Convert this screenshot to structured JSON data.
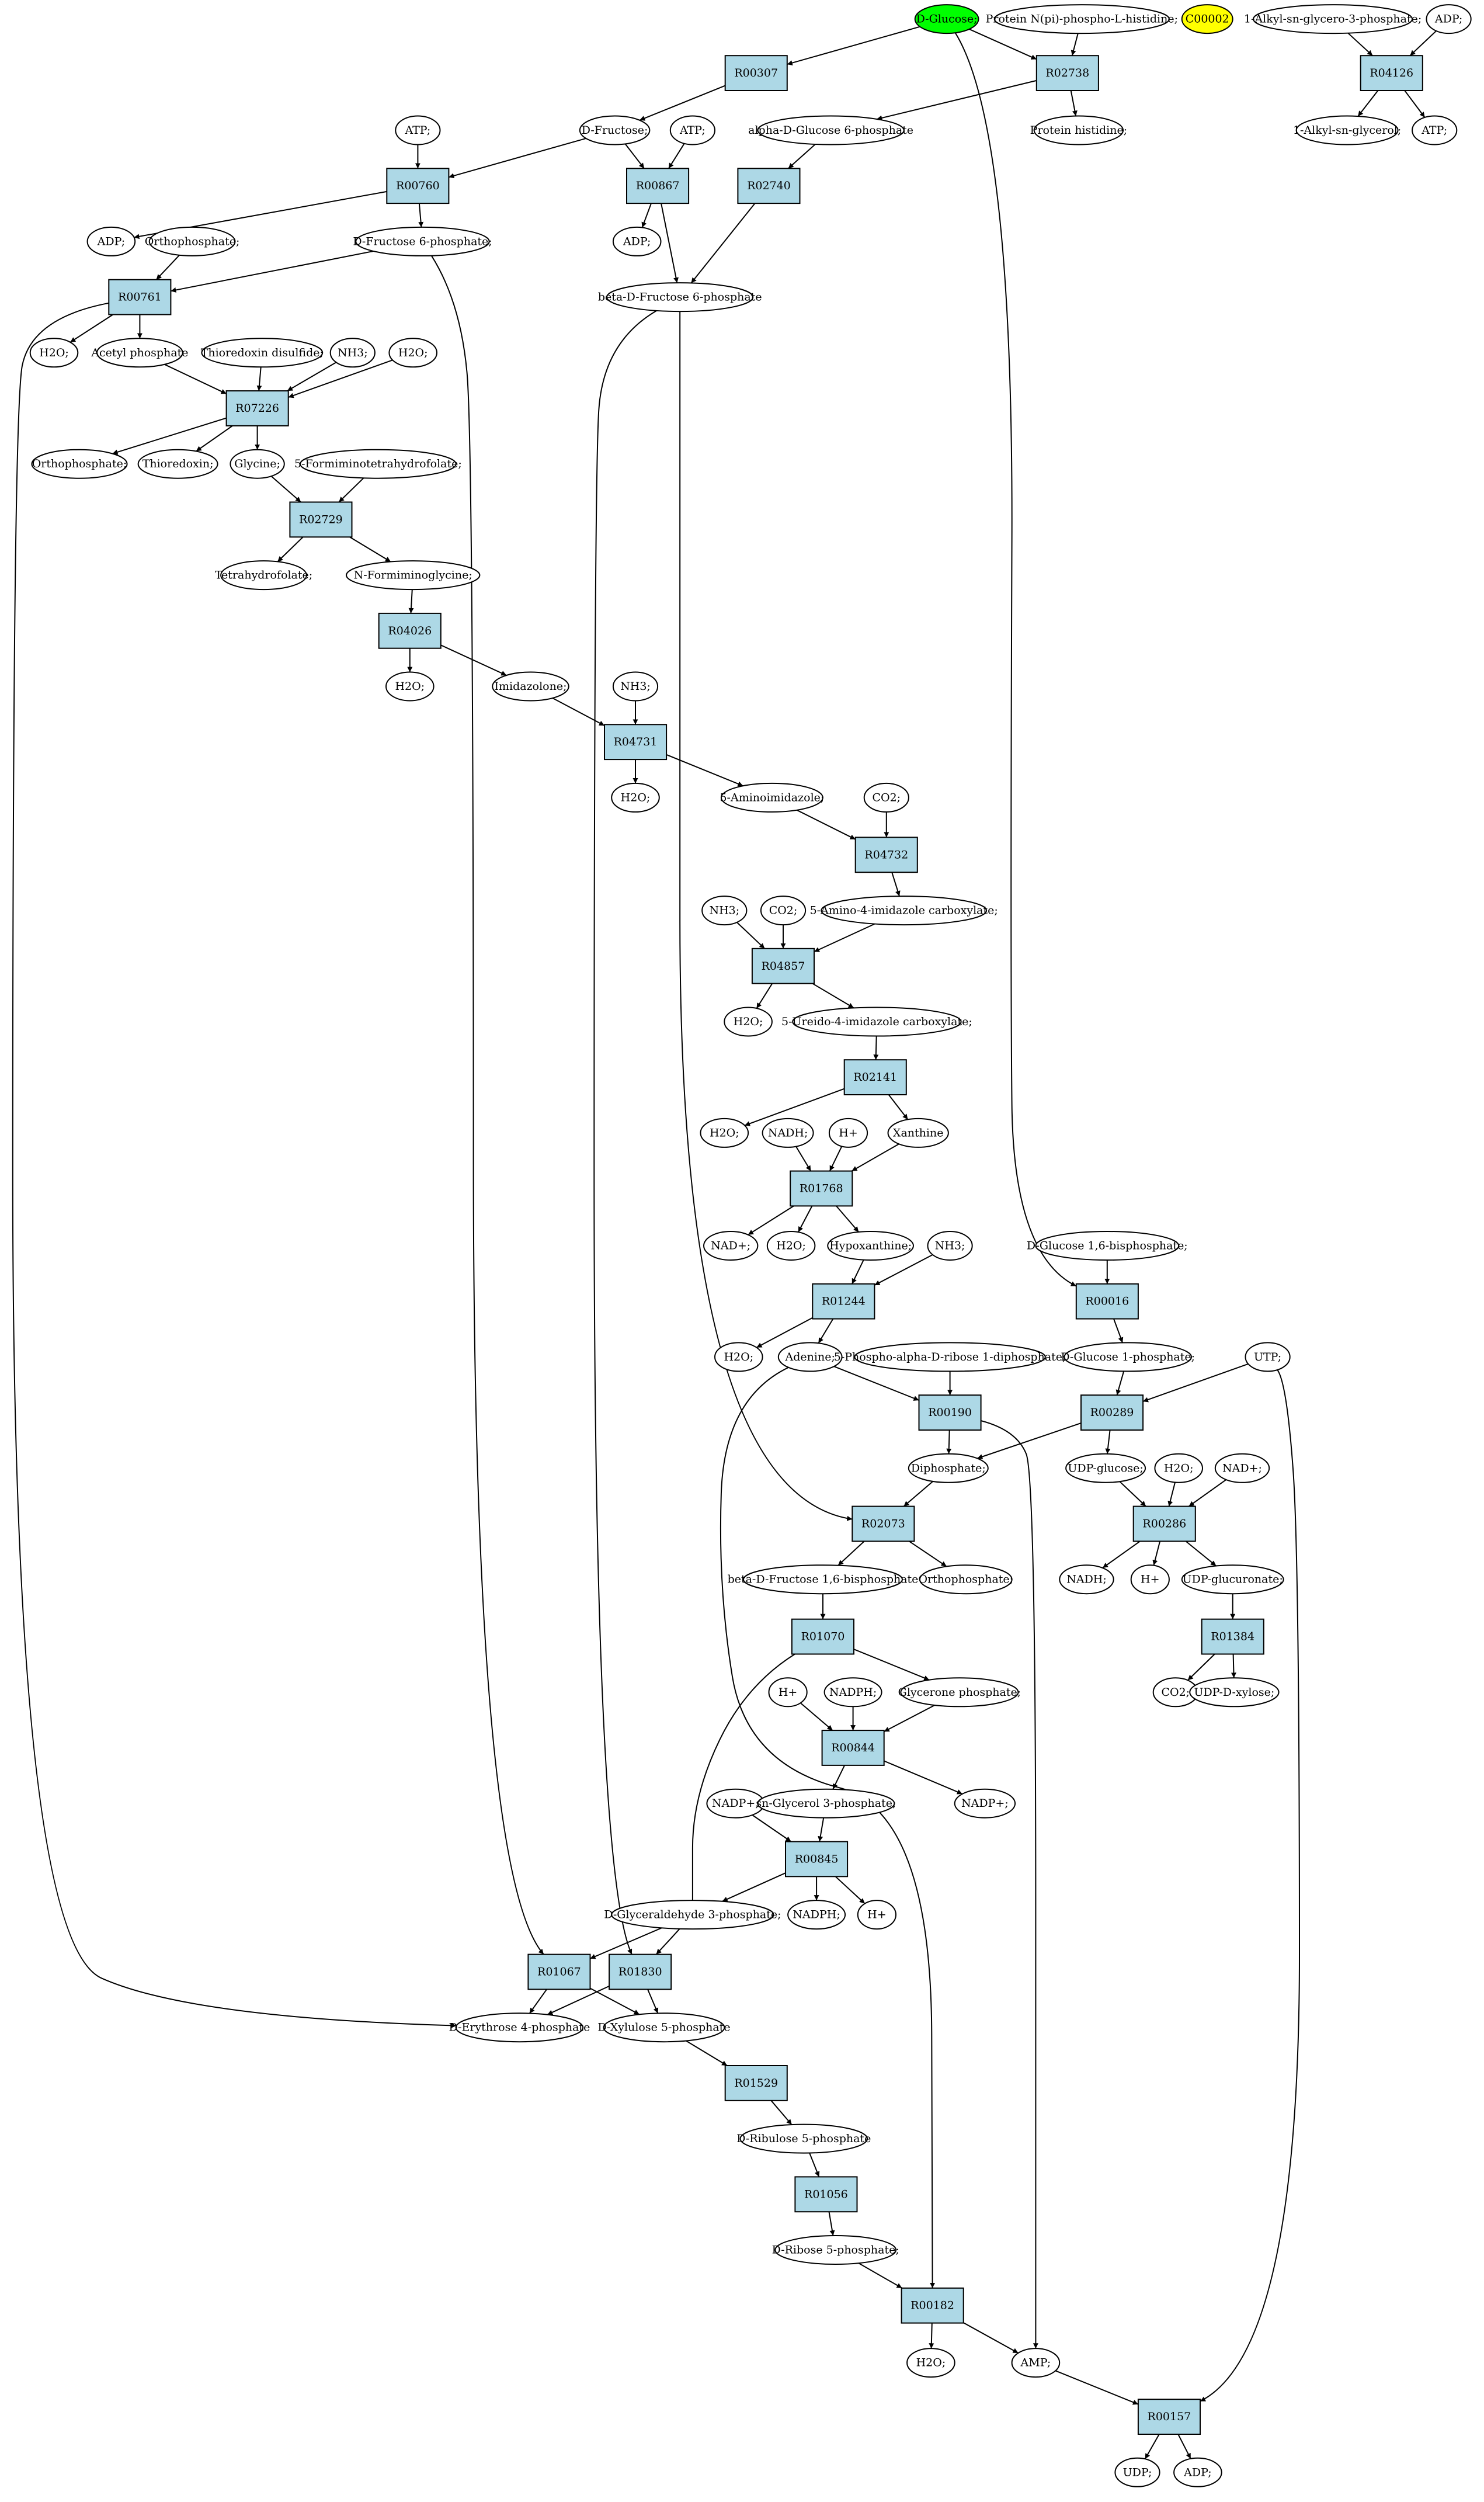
{
  "compounds": {
    "c_dglucose": "D-Glucose;",
    "c_protnpi": "Protein N(pi)-phospho-L-histidine;",
    "c_c00002": "C00002",
    "c_alkylg3p": "1-Alkyl-sn-glycero-3-phosphate;",
    "c_adp_top": "ADP;",
    "c_alkylglycerol": "1-Alkyl-sn-glycerol;",
    "c_atp_top": "ATP;",
    "c_dfructose": "D-Fructose;",
    "c_atp_a": "ATP;",
    "c_atp_b": "ATP;",
    "c_alphag6p": "alpha-D-Glucose 6-phosphate",
    "c_prothis": "Protein histidine;",
    "c_adp_a": "ADP;",
    "c_orthop_a": "Orthophosphate;",
    "c_df6p": "D-Fructose 6-phosphate;",
    "c_adp_b": "ADP;",
    "c_bf6p": "beta-D-Fructose 6-phosphate",
    "c_h2o_a": "H2O;",
    "c_acetylp": "Acetyl phosphate",
    "c_thiodis": "Thioredoxin disulfide;",
    "c_nh3_a": "NH3;",
    "c_h2o_b": "H2O;",
    "c_orthop_b": "Orthophosphate;",
    "c_thio": "Thioredoxin;",
    "c_glycine": "Glycine;",
    "c_5fthf": "5-Formiminotetrahydrofolate;",
    "c_thf": "Tetrahydrofolate;",
    "c_nformgly": "N-Formiminoglycine;",
    "c_h2o_c": "H2O;",
    "c_imidazolone": "Imidazolone;",
    "c_nh3_b": "NH3;",
    "c_h2o_d": "H2O;",
    "c_5aminoimid": "5-Aminoimidazole;",
    "c_co2_a": "CO2;",
    "c_5a4ic": "5-Amino-4-imidazole carboxylate;",
    "c_nh3_c": "NH3;",
    "c_co2_b": "CO2;",
    "c_h2o_e": "H2O;",
    "c_5u4ic": "5-Ureido-4-imidazole carboxylate;",
    "c_h2o_f": "H2O;",
    "c_nadh_a": "NADH;",
    "c_hplus_a": "H+",
    "c_xanthine": "Xanthine",
    "c_nadplus_a": "NAD+;",
    "c_h2o_g": "H2O;",
    "c_hypox": "Hypoxanthine;",
    "c_nh3_d": "NH3;",
    "c_dg16bp": "D-Glucose 1,6-bisphosphate;",
    "c_h2o_h": "H2O;",
    "c_adenine": "Adenine;",
    "c_prpp": "5-Phospho-alpha-D-ribose 1-diphosphate;",
    "c_dg1p": "D-Glucose 1-phosphate;",
    "c_utp": "UTP;",
    "c_diphos": "Diphosphate;",
    "c_udpglc": "UDP-glucose;",
    "c_h2o_i": "H2O;",
    "c_nadplus_b": "NAD+;",
    "c_bf16bp": "beta-D-Fructose 1,6-bisphosphate",
    "c_orthop_c": "Orthophosphate;",
    "c_nadh_b": "NADH;",
    "c_hplus_b": "H+",
    "c_udpglcua": "UDP-glucuronate;",
    "c_co2_c": "CO2;",
    "c_udpxyl": "UDP-D-xylose;",
    "c_hplus_c": "H+",
    "c_nadph_a": "NADPH;",
    "c_glyceronep": "Glycerone phosphate;",
    "c_nadpplus_a": "NADP+;",
    "c_nadpplus_b": "NADP+;",
    "c_sng3p": "sn-Glycerol 3-phosphate;",
    "c_dga3p": "D-Glyceraldehyde 3-phosphate;",
    "c_nadph_b": "NADPH;",
    "c_hplus_d": "H+",
    "c_de4p": "D-Erythrose 4-phosphate",
    "c_dx5p": "D-Xylulose 5-phosphate",
    "c_dru5p": "D-Ribulose 5-phosphate",
    "c_dr5p": "D-Ribose 5-phosphate;",
    "c_h2o_j": "H2O;",
    "c_amp": "AMP;",
    "c_udp": "UDP;",
    "c_adp_c": "ADP;"
  },
  "reactions": {
    "r_R00307": "R00307",
    "r_R02738": "R02738",
    "r_R04126": "R04126",
    "r_R00760": "R00760",
    "r_R00867": "R00867",
    "r_R02740": "R02740",
    "r_R00761": "R00761",
    "r_R07226": "R07226",
    "r_R02729": "R02729",
    "r_R04026": "R04026",
    "r_R04731": "R04731",
    "r_R04732": "R04732",
    "r_R04857": "R04857",
    "r_R02141": "R02141",
    "r_R01768": "R01768",
    "r_R01244": "R01244",
    "r_R00016": "R00016",
    "r_R00190": "R00190",
    "r_R00289": "R00289",
    "r_R00286": "R00286",
    "r_R02073": "R02073",
    "r_R01384": "R01384",
    "r_R01070": "R01070",
    "r_R00844": "R00844",
    "r_R00845": "R00845",
    "r_R01067": "R01067",
    "r_R01830": "R01830",
    "r_R01529": "R01529",
    "r_R01056": "R01056",
    "r_R00182": "R00182",
    "r_R00157": "R00157"
  },
  "colors": {
    "reaction_fill": "#add8e6",
    "start_compound_fill": "#00ff00",
    "orphan_compound_fill": "#ffff00",
    "compound_fill": "#ffffff"
  }
}
